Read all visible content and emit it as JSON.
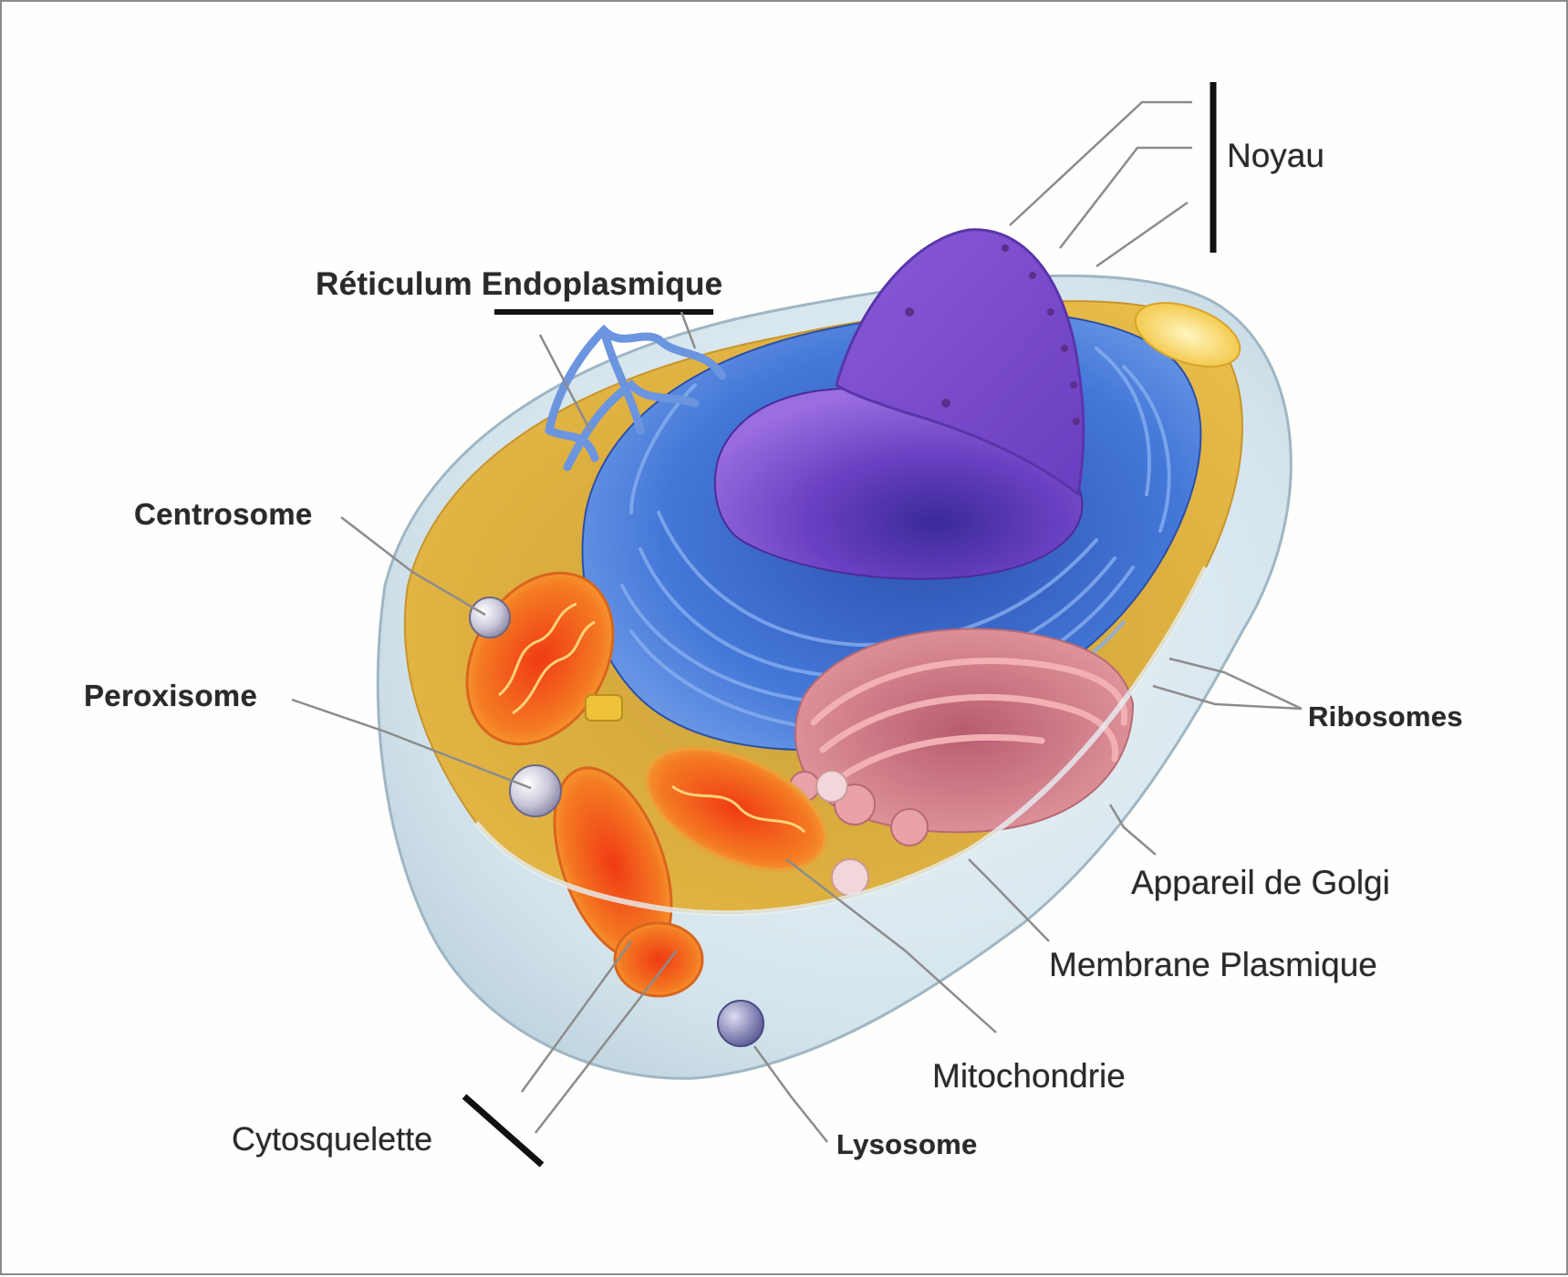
{
  "labels": {
    "noyau": "Noyau",
    "reticulum": "Réticulum Endoplasmique",
    "centrosome": "Centrosome",
    "peroxisome": "Peroxisome",
    "ribosomes": "Ribosomes",
    "golgi": "Appareil de Golgi",
    "membrane": "Membrane Plasmique",
    "mitochondrie": "Mitochondrie",
    "cytosquelette": "Cytosquelette",
    "lysosome": "Lysosome"
  },
  "colors": {
    "cytoplasm": "#e8b83a",
    "membrane": "#cfe0ea",
    "er": "#3f6fd6",
    "nucleus": "#7a45c9",
    "golgi": "#d9868c",
    "mitochondria": "#f06a1e",
    "leader": "#8c8c8c"
  }
}
